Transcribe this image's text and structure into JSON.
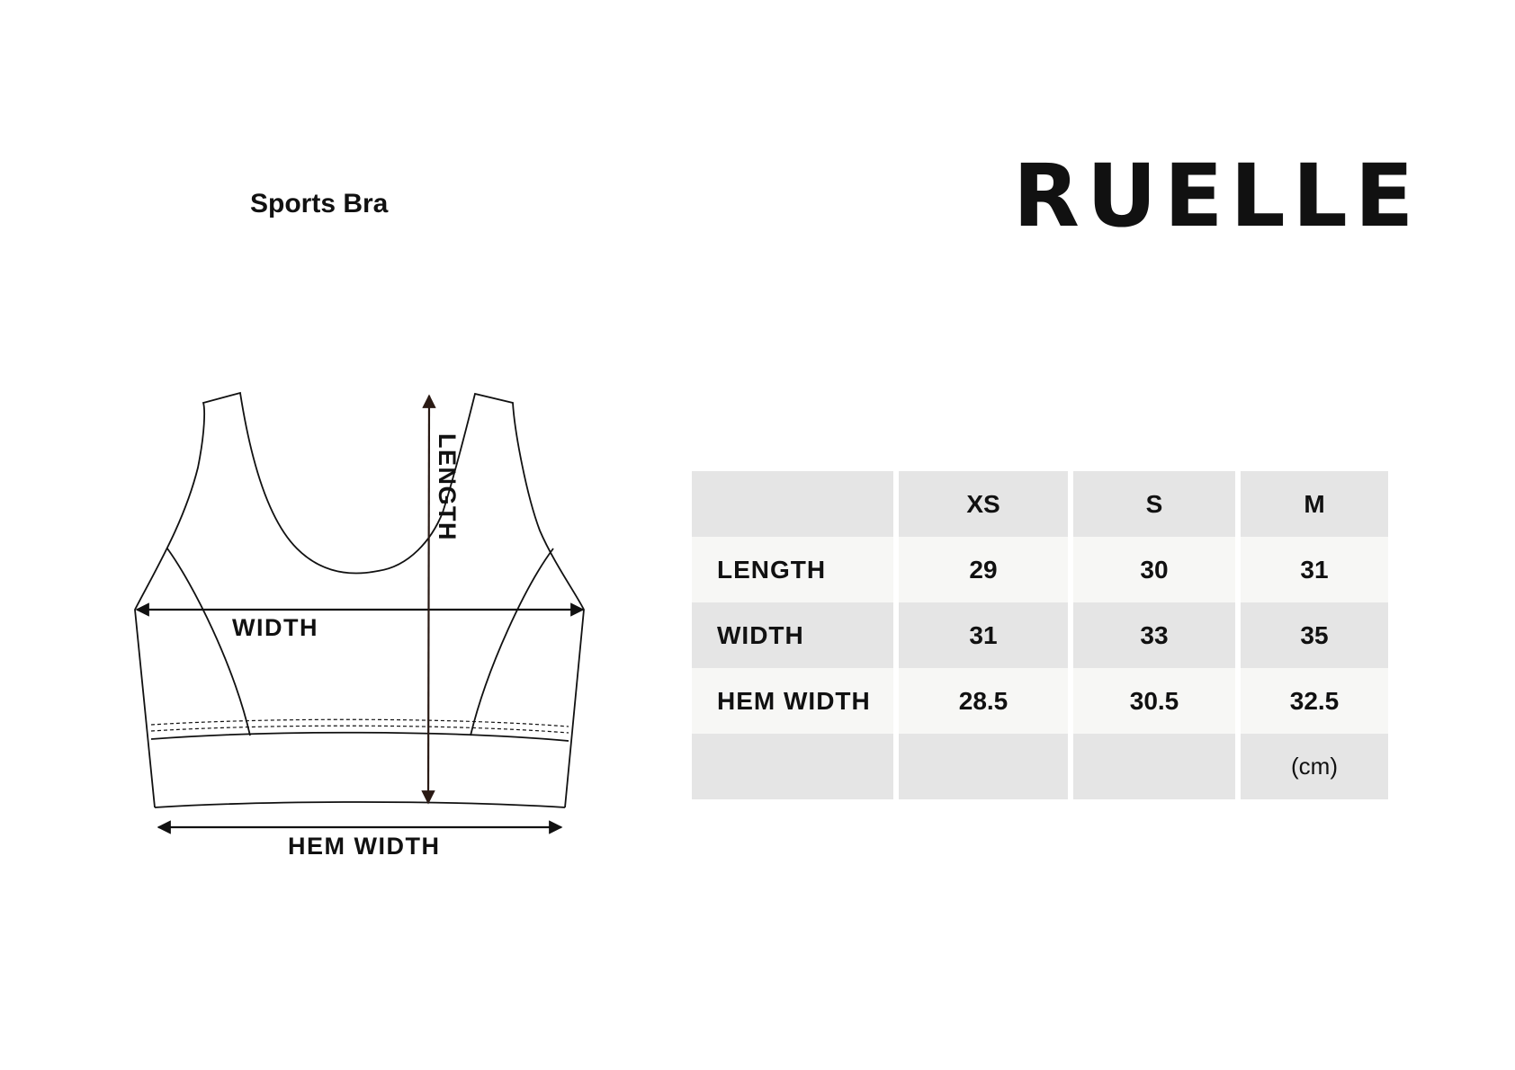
{
  "product_title": "Sports Bra",
  "brand": "RUELLE",
  "diagram": {
    "length_label": "LENGTH",
    "width_label": "WIDTH",
    "hem_width_label": "HEM WIDTH"
  },
  "size_table": {
    "header": [
      "",
      "XS",
      "S",
      "M"
    ],
    "rows": [
      {
        "label": "LENGTH",
        "values": [
          "29",
          "30",
          "31"
        ]
      },
      {
        "label": "WIDTH",
        "values": [
          "31",
          "33",
          "35"
        ]
      },
      {
        "label": "HEM WIDTH",
        "values": [
          "28.5",
          "30.5",
          "32.5"
        ]
      }
    ],
    "unit": "(cm)"
  }
}
